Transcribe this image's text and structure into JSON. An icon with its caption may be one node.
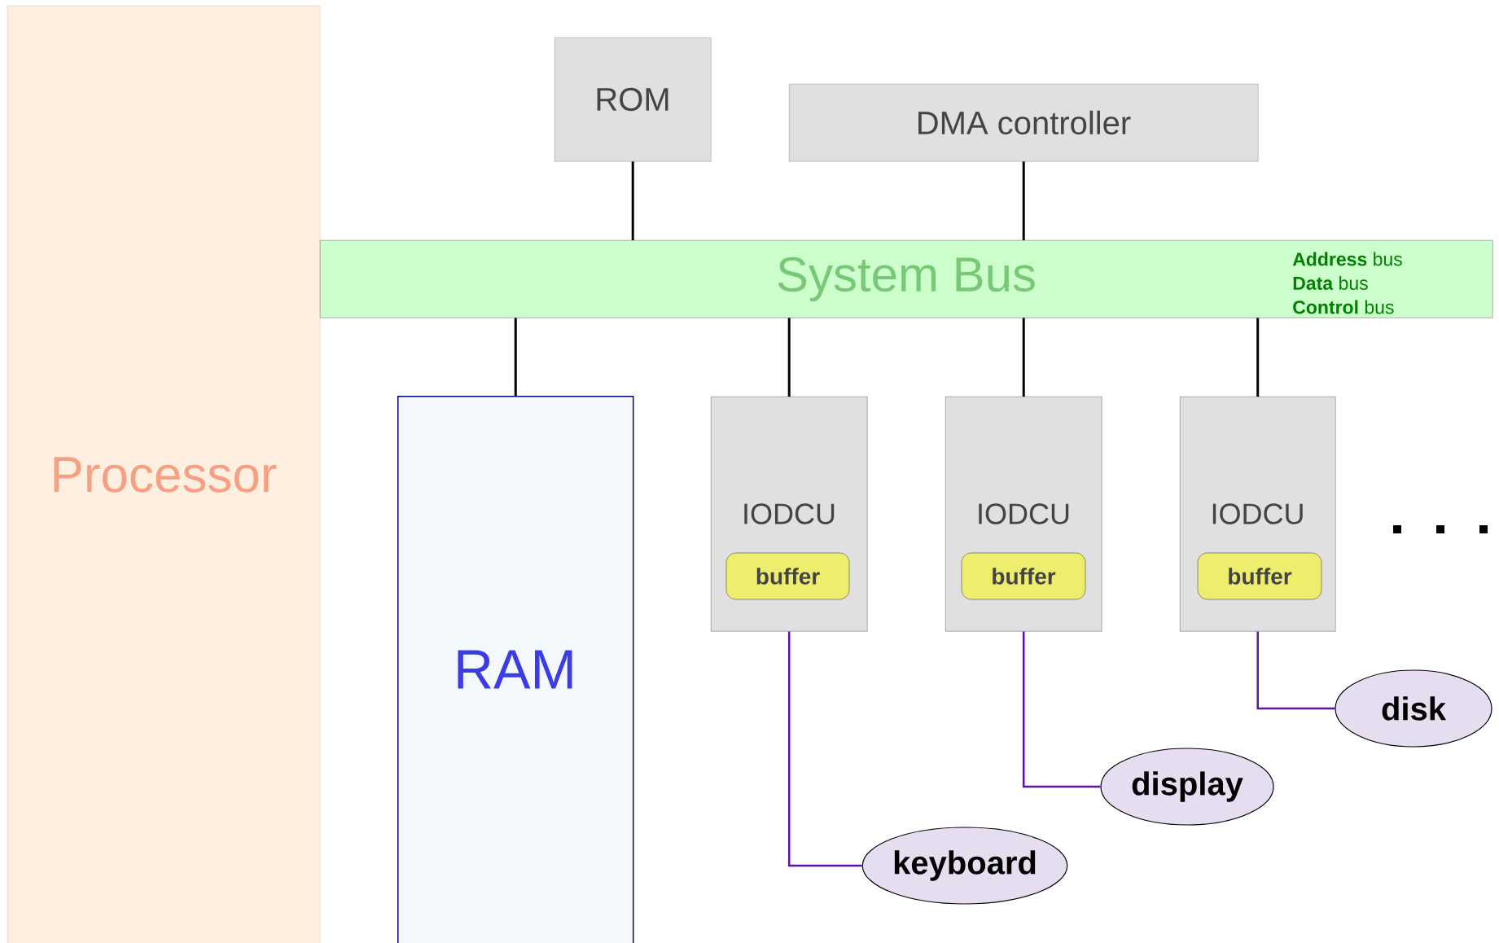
{
  "diagram": {
    "nodes": [
      {
        "text": [
          "Processor"
        ]
      },
      {
        "text": [
          "ROM"
        ]
      },
      {
        "text": [
          "DMA controller"
        ]
      },
      {
        "text": [
          "System Bus",
          "**Address** bus",
          "**Data** bus",
          "**Control** bus"
        ]
      },
      {
        "text": [
          "RAM"
        ]
      },
      {
        "text": [
          "IODCU"
        ]
      },
      {
        "text": [
          "buffer"
        ],
        "in": 5
      },
      {
        "text": [
          "IODCU"
        ]
      },
      {
        "text": [
          "buffer"
        ],
        "in": 7
      },
      {
        "text": [
          "IODCU"
        ]
      },
      {
        "text": [
          "buffer"
        ],
        "in": 9
      },
      {
        "text": [
          "keyboard"
        ]
      },
      {
        "text": [
          "display"
        ]
      },
      {
        "text": [
          "disk"
        ]
      }
    ],
    "edges": [
      {
        "from": 1,
        "to": 3,
        "arrow": "none"
      },
      {
        "from": 2,
        "to": 3,
        "arrow": "none"
      },
      {
        "from": 3,
        "to": 4,
        "arrow": "none"
      },
      {
        "from": 3,
        "to": 5,
        "arrow": "none"
      },
      {
        "from": 3,
        "to": 7,
        "arrow": "none"
      },
      {
        "from": 3,
        "to": 9,
        "arrow": "none"
      },
      {
        "from": 5,
        "to": 11,
        "arrow": "none",
        "color": "#5a14a0"
      },
      {
        "from": 7,
        "to": 12,
        "arrow": "none",
        "color": "#5a14a0"
      },
      {
        "from": 9,
        "to": 13,
        "arrow": "none",
        "color": "#5a14a0"
      }
    ]
  }
}
